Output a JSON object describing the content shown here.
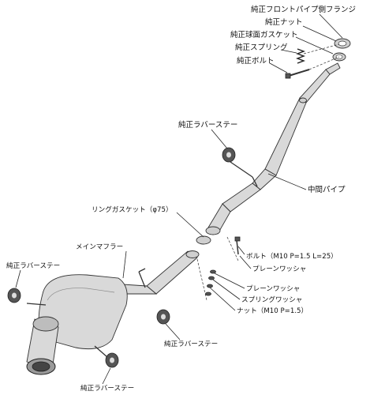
{
  "labels": {
    "flange": "純正フロントパイプ側フランジ",
    "nut_top": "純正ナット",
    "gasket_ball": "純正球面ガスケット",
    "spring": "純正スプリング",
    "bolt_top": "純正ボルト",
    "rubber_stay_top": "純正ラバーステー",
    "mid_pipe": "中間パイプ",
    "ring_gasket": "リングガスケット（φ75）",
    "main_muffler": "メインマフラー",
    "bolt_m10": "ボルト（M10 P=1.5 L=25）",
    "plain_washer_1": "プレーンワッシャ",
    "rubber_stay_left": "純正ラバーステー",
    "plain_washer_2": "プレーンワッシャ",
    "spring_washer": "スプリングワッシャ",
    "nut_m10": "ナット（M10 P=1.5）",
    "rubber_stay_right": "純正ラバーステー",
    "rubber_stay_bottom": "純正ラバーステー"
  }
}
